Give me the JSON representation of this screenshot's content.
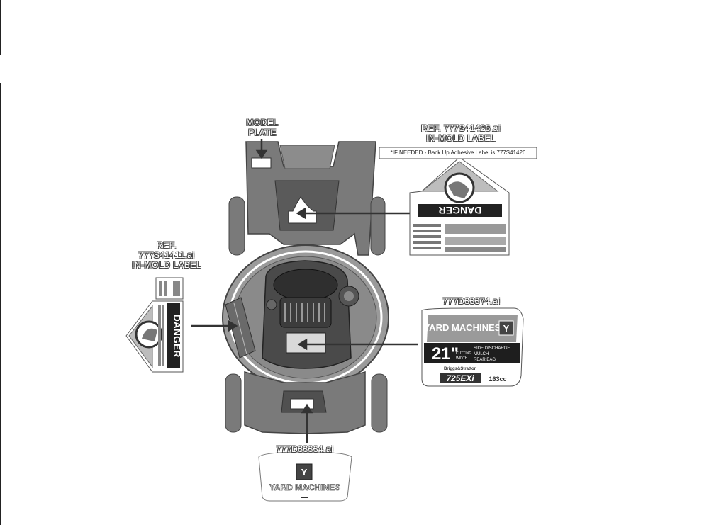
{
  "callouts": {
    "model_plate": [
      "MODEL",
      "PLATE"
    ],
    "ref_top": [
      "REF. 777S41426.ai",
      "IN-MOLD LABEL"
    ],
    "if_needed": "*IF NEEDED - Back Up Adhesive Label is 777S41426",
    "ref_left": [
      "REF.",
      "777S41411.ai",
      "IN-MOLD LABEL"
    ],
    "right_label_part": "777D33374.ai",
    "bottom_label_part": "777D33334.ai"
  },
  "danger_label": {
    "word": "DANGER"
  },
  "brand_label": {
    "brand": "YARD MACHINES",
    "size": "21\"",
    "cutting_width": [
      "CUTTING",
      "WIDTH"
    ],
    "modes": [
      "SIDE DISCHARGE",
      "MULCH",
      "REAR BAG"
    ],
    "engine": "725EXi",
    "engine_brand": "Briggs&Stratton",
    "displacement": "163cc"
  },
  "rear_label": {
    "brand": "YARD MACHINES"
  },
  "colors": {
    "body": "#7a7a7a",
    "dark": "#3a3a3a",
    "light": "#bdbdbd",
    "outline": "#555555"
  }
}
